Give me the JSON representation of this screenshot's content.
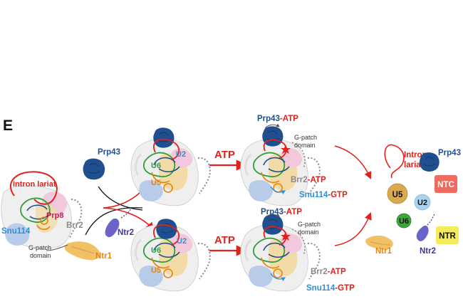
{
  "panel_label": "E",
  "colors": {
    "red": "#e0201b",
    "blue_dark": "#1f4f8f",
    "blue_label": "#2f8fd8",
    "orange": "#e8830f",
    "green": "#2f9e3e",
    "magenta": "#c2185b",
    "purple": "#3f3a8f",
    "gray": "#8a8a8a",
    "u5_fill": "#d9a94f",
    "u2_fill": "#a9d3ef",
    "u6_fill": "#3fa53a",
    "ntc_fill": "#ef6b60",
    "ntr_fill": "#f4ea5a"
  },
  "left": {
    "intron_lariat": "Intron lariat",
    "prp8": "Prp8",
    "snu114": "Snu114",
    "brr2": "Brr2",
    "gpatch_line1": "G-patch",
    "gpatch_line2": "domain",
    "ntr1": "Ntr1",
    "ntr2": "Ntr2"
  },
  "prp43_free": "Prp43",
  "top_complex": {
    "u6": "U6",
    "u5": "U5",
    "u2": "U2"
  },
  "bottom_complex": {
    "u6": "U6",
    "u5": "U5",
    "u2": "U2"
  },
  "atp_top": "ATP",
  "atp_bottom": "ATP",
  "top_right": {
    "prp43": "Prp43",
    "prp43_atp": "-ATP",
    "gpatch_line1": "G-patch",
    "gpatch_line2": "domain",
    "brr2": "Brr2",
    "brr2_atp": "-ATP",
    "snu114": "Snu114",
    "snu114_gtp": "-GTP"
  },
  "bottom_right": {
    "prp43": "Prp43",
    "prp43_atp": "-ATP",
    "gpatch_line1": "G-patch",
    "gpatch_line2": "domain",
    "brr2": "Brr2",
    "brr2_atp": "-ATP",
    "snu114": "Snu114",
    "snu114_gtp": "-GTP"
  },
  "products": {
    "intron_line1": "Intron",
    "intron_line2": "lariat",
    "prp43": "Prp43",
    "u5": "U5",
    "u2": "U2",
    "u6": "U6",
    "ntc": "NTC",
    "ntr": "NTR",
    "ntr1": "Ntr1",
    "ntr2": "Ntr2"
  }
}
